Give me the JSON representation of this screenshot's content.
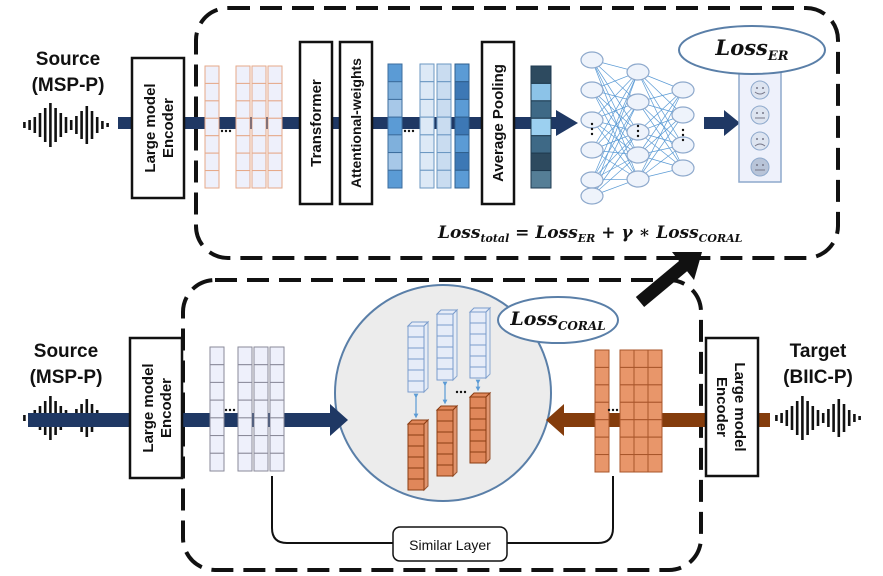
{
  "top_panel": {
    "source_title": "Source",
    "source_dataset": "(MSP-P)",
    "encoder_label": "Large model Encoder",
    "transformer_label": "Transformer",
    "attention_label": "Attentional-weights",
    "pooling_label": "Average Pooling",
    "loss_er": {
      "base": "Loss",
      "sub": "ER"
    },
    "total_loss": {
      "lhs_base": "Loss",
      "lhs_sub": "total",
      "eq": "=",
      "t1_base": "Loss",
      "t1_sub": "ER",
      "plus": "+",
      "gamma": "γ",
      "times": "∗",
      "t2_base": "Loss",
      "t2_sub": "CORAL"
    }
  },
  "bottom_panel": {
    "source_title": "Source",
    "source_dataset": "(MSP-P)",
    "encoder_label": "Large model Encoder",
    "target_title": "Target",
    "target_dataset": "(BIIC-P)",
    "target_encoder_label": "Large model Encoder",
    "loss_coral": {
      "base": "Loss",
      "sub": "CORAL"
    },
    "similar_layer_label": "Similar Layer"
  },
  "colors": {
    "navy_arrow": "#1f3864",
    "brown_arrow": "#843c0c",
    "source_feature_fill": "#eef0fb",
    "source_feature_stroke": "#e6a98a",
    "light_blue": "#c9dff2",
    "mid_blue": "#5b9bd5",
    "orange": "#e0875a",
    "circle_fill": "#ececec",
    "circle_stroke": "#5a7fa8"
  }
}
